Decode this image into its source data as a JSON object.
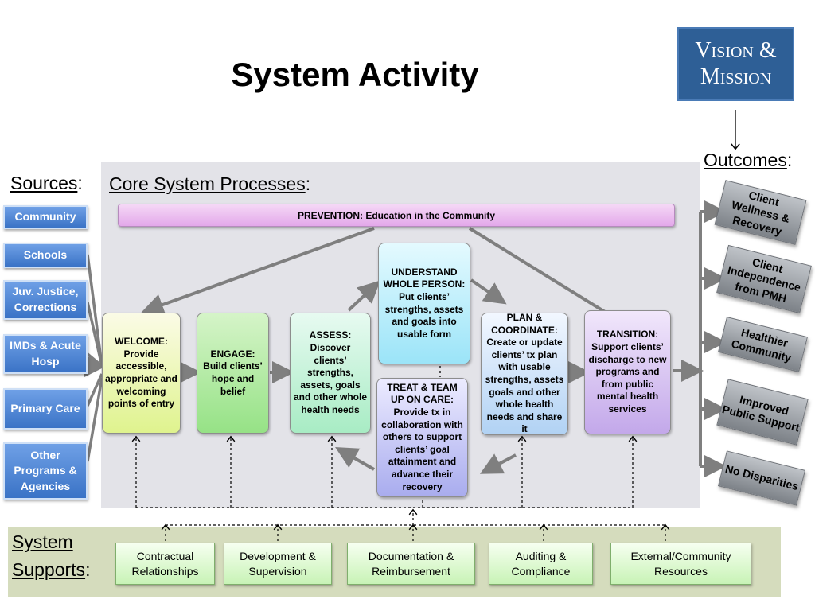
{
  "title": "System Activity",
  "vision": {
    "line1": "Vision &",
    "line2": "Mission"
  },
  "outcomes_label": "Outcomes",
  "sources_label": "Sources",
  "core_label": "Core System Processes",
  "supports_label": {
    "line1": "System",
    "line2": "Supports"
  },
  "colon": ":",
  "sources": [
    "Community",
    "Schools",
    "Juv. Justice, Corrections",
    "IMDs & Acute Hosp",
    "Primary Care",
    "Other Programs & Agencies"
  ],
  "prevention": "PREVENTION:  Education in the Community",
  "processes": {
    "welcome": "WELCOME: Provide accessible, appropriate and welcoming points of entry",
    "engage": "ENGAGE: Build clients’ hope and belief",
    "assess": "ASSESS: Discover clients’ strengths, assets, goals and other whole health needs",
    "understand": "UNDERSTAND WHOLE PERSON: Put clients’ strengths, assets and goals into usable form",
    "treat": "TREAT & TEAM UP ON CARE: Provide tx in collaboration with others to support clients’ goal attainment and advance their recovery",
    "plan": "PLAN & COORDINATE: Create or update clients’ tx plan with usable strengths, assets goals and other whole health needs and share it",
    "transition": "TRANSITION: Support clients’ discharge to new programs and from public mental health services"
  },
  "outcomes": [
    "Client Wellness & Recovery",
    "Client Independence from PMH",
    "Healthier Community",
    "Improved Public Support",
    "No Disparities"
  ],
  "supports": [
    "Contractual Relationships",
    "Development & Supervision",
    "Documentation & Reimbursement",
    "Auditing & Compliance",
    "External/Community Resources"
  ]
}
